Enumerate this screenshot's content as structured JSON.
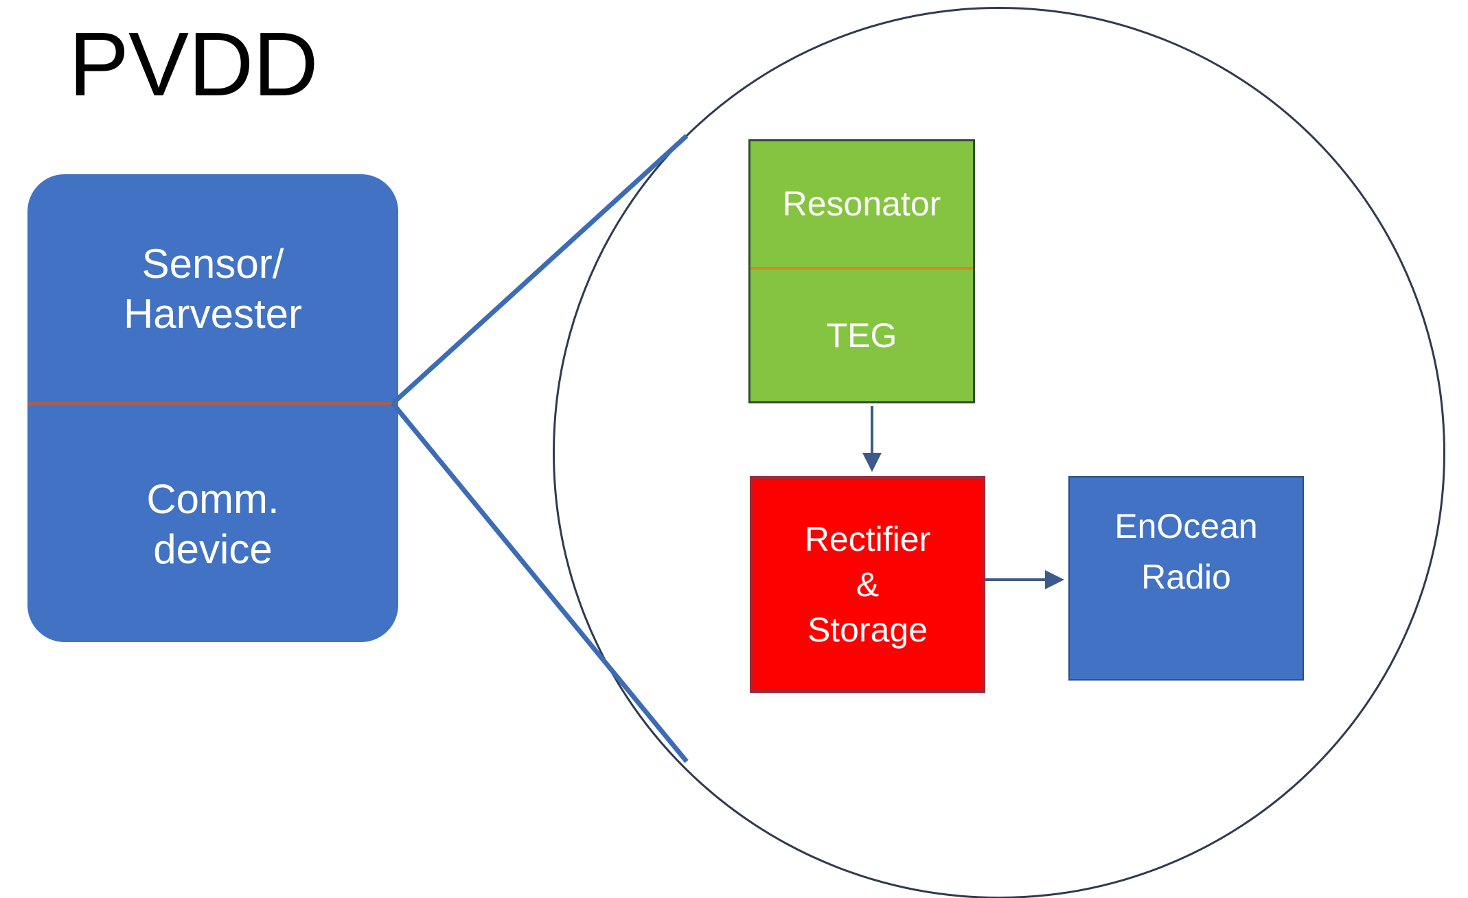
{
  "title": {
    "text": "PVDD"
  },
  "device_block": {
    "name": "sensor-harvester-comm-device",
    "fill_color": "#4272c4",
    "divider_color": "#a0605a",
    "top_label": "Sensor/\nHarvester",
    "top_label_lines": [
      "Sensor/",
      "Harvester"
    ],
    "bottom_label": "Comm.\ndevice",
    "bottom_label_lines": [
      "Comm.",
      "device"
    ]
  },
  "magnifier": {
    "name": "detail-circle",
    "stroke_color": "#2f3a4f"
  },
  "callout": {
    "line_color": "#3b6cb5",
    "description": "two leader lines from device block right edge to circle"
  },
  "inner_blocks": {
    "harvester": {
      "name": "resonator-teg-block",
      "fill_color": "#85c441",
      "border_color": "#2f4d33",
      "divider_color": "#d08a21",
      "top_label": "Resonator",
      "bottom_label": "TEG"
    },
    "rectifier": {
      "name": "rectifier-storage-block",
      "fill_color": "#fd0101",
      "border_color": "#9e2a3a",
      "line1": "Rectifier",
      "line2": "&",
      "line3": "Storage"
    },
    "radio": {
      "name": "enocean-radio-block",
      "fill_color": "#4272c4",
      "border_color": "#2b4f84",
      "line1": "EnOcean",
      "line2": "Radio"
    }
  },
  "connectors": {
    "arrow_color": "#3c5b8c",
    "teg_to_rectifier": "vertical arrow",
    "rectifier_to_radio": "horizontal arrow"
  }
}
